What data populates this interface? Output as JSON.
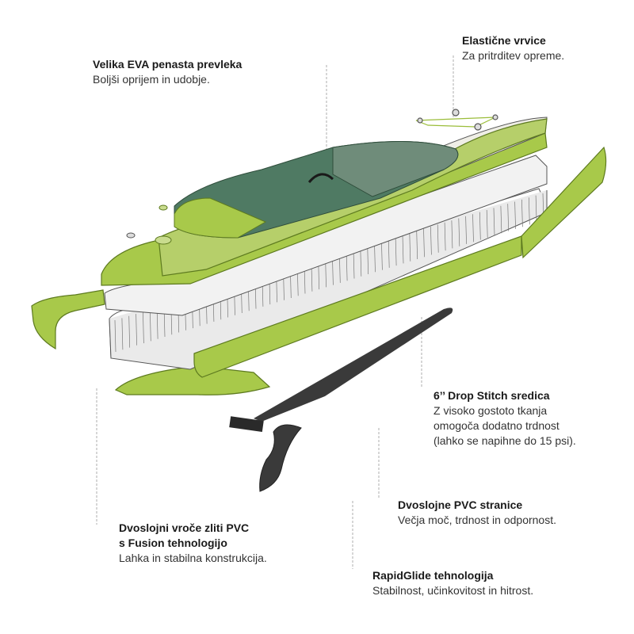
{
  "callouts": {
    "eva": {
      "title": "Velika EVA penasta prevleka",
      "desc": "Boljši oprijem in udobje."
    },
    "bungee": {
      "title": "Elastične vrvice",
      "desc": "Za pritrditev opreme."
    },
    "drop_stitch": {
      "title": "6’’ Drop Stitch sredica",
      "desc": [
        "Z visoko gostoto tkanja",
        "omogoča dodatno trdnost",
        "(lahko se napihne do 15 psi)."
      ]
    },
    "pvc_sides": {
      "title": "Dvoslojne PVC stranice",
      "desc": "Večja moč, trdnost in odpornost."
    },
    "fusion": {
      "title": [
        "Dvoslojni vroče zliti PVC",
        "s Fusion tehnologijo"
      ],
      "desc": "Lahka in stabilna konstrukcija."
    },
    "rapidglide": {
      "title": "RapidGlide tehnologija",
      "desc": "Stabilnost, učinkovitost in hitrost."
    }
  },
  "colors": {
    "lime": "#a8c94a",
    "lime_dark": "#7fa22c",
    "deep_green": "#4f7a63",
    "sage": "#6f8c7a",
    "cream": "#efeee6",
    "fin": "#3a3a3a"
  }
}
